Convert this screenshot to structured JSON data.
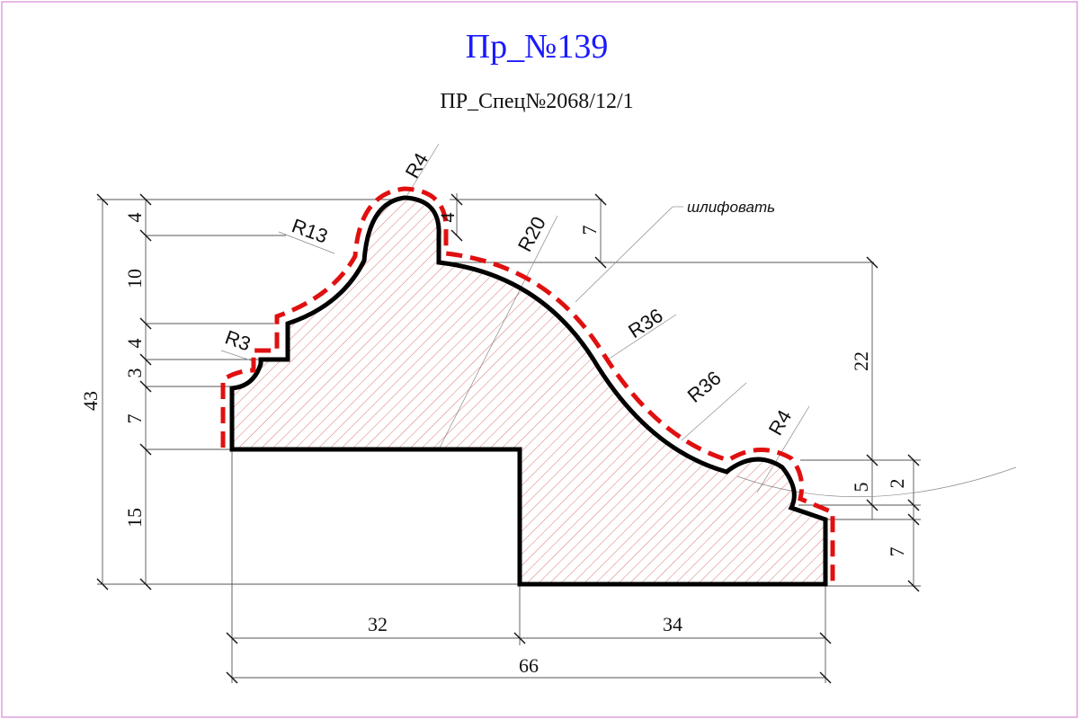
{
  "title": "Пр_№139",
  "subtitle": "ПР_Спец№2068/12/1",
  "note": "шлифовать",
  "left_dims": {
    "top_4": "4",
    "d10": "10",
    "mid_4": "4",
    "d3": "3",
    "d7": "7",
    "d15": "15",
    "total_43": "43"
  },
  "right_dims": {
    "d7_top": "7",
    "d22": "22",
    "d5": "5",
    "d2": "2",
    "d7_bottom": "7"
  },
  "bottom_dims": {
    "d32": "32",
    "d34": "34",
    "total_66": "66"
  },
  "radii": {
    "r4_top": "R4",
    "r13": "R13",
    "r3": "R3",
    "r20": "R20",
    "r36_upper": "R36",
    "r36_lower": "R36",
    "r4_bottom": "R4"
  },
  "slot_4": "4",
  "colors": {
    "title": "#1a1aff",
    "frame": "#e0a0e0",
    "profile": "#000000",
    "grind_line": "#e01010",
    "hatch": "#c43c3c"
  }
}
